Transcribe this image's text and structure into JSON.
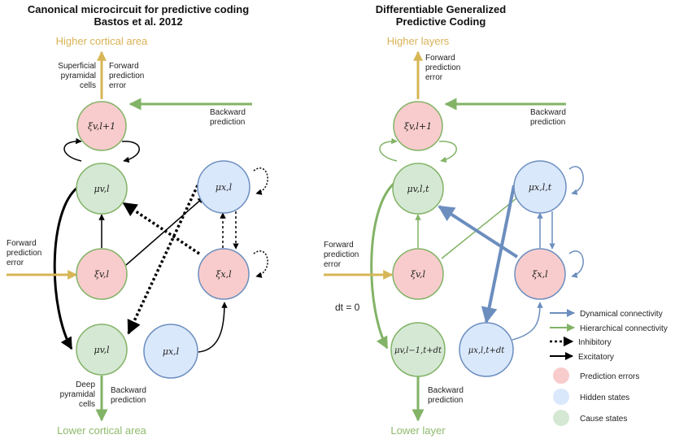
{
  "left": {
    "title_line1": "Canonical microcircuit for predictive coding",
    "title_line2": "Bastos et al. 2012",
    "higher_label": "Higher cortical area",
    "lower_label": "Lower cortical area",
    "superficial_line1": "Superficial",
    "superficial_line2": "pyramidal",
    "superficial_line3": "cells",
    "forward_top_line1": "Forward",
    "forward_top_line2": "prediction",
    "forward_top_line3": "error",
    "backward_top_line1": "Backward",
    "backward_top_line2": "prediction",
    "forward_left_line1": "Forward",
    "forward_left_line2": "prediction",
    "forward_left_line3": "error",
    "deep_line1": "Deep",
    "deep_line2": "pyramidal",
    "deep_line3": "cells",
    "backward_bottom_line1": "Backward",
    "backward_bottom_line2": "prediction",
    "nodes": {
      "xi_v_l1": "ξv,l+1",
      "mu_v_l": "μv,l",
      "xi_v_l": "ξv,l",
      "mu_v_l_bottom": "μv,l",
      "mu_x_l_top": "μx,l",
      "xi_x_l": "ξx,l",
      "mu_x_l_bottom": "μx,l"
    }
  },
  "right": {
    "title_line1": "Differentiable Generalized",
    "title_line2": "Predictive Coding",
    "higher_label": "Higher layers",
    "lower_label": "Lower layer",
    "forward_top_line1": "Forward",
    "forward_top_line2": "prediction",
    "forward_top_line3": "error",
    "backward_top_line1": "Backward",
    "backward_top_line2": "prediction",
    "forward_left_line1": "Forward",
    "forward_left_line2": "prediction",
    "forward_left_line3": "error",
    "backward_bottom_line1": "Backward",
    "backward_bottom_line2": "prediction",
    "dt_label": "dt = 0",
    "nodes": {
      "xi_v_l1": "ξv,l+1",
      "mu_v_lt": "μv,l,t",
      "xi_v_l": "ξv,l",
      "mu_v_bottom": "μv,l−1,t+dt",
      "mu_x_lt": "μx,l,t",
      "xi_x_l": "ξx,l",
      "mu_x_ltdt": "μx,l,t+dt"
    }
  },
  "legend": {
    "dynamical": "Dynamical connectivity",
    "hierarchical": "Hierarchical connectivity",
    "inhibitory": "Inhibitory",
    "excitatory": "Excitatory",
    "prediction_errors": "Prediction errors",
    "hidden_states": "Hidden states",
    "cause_states": "Cause states"
  },
  "colors": {
    "pink_fill": "#f8cccc",
    "blue_fill": "#dae8fc",
    "green_fill": "#d5e8d4",
    "green_stroke": "#82b366",
    "blue_stroke": "#6c8ebf",
    "gold": "#d6b656"
  }
}
